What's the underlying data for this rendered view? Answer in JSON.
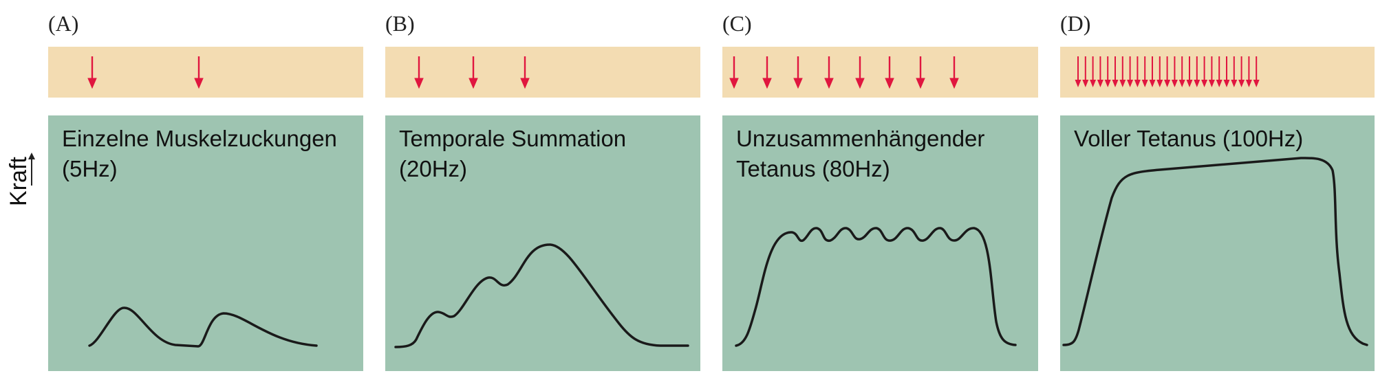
{
  "y_axis_label": "Kraft",
  "colors": {
    "stimulus_band": "#f3dcb2",
    "force_panel": "#9ec4b1",
    "stimulus_arrow": "#e0163f",
    "curve": "#1a1a1a"
  },
  "panels": [
    {
      "letter": "(A)",
      "title_line1": "Einzelne Muskelzuckungen",
      "title_line2": "(5Hz)"
    },
    {
      "letter": "(B)",
      "title_line1": "Temporale Summation",
      "title_line2": "(20Hz)"
    },
    {
      "letter": "(C)",
      "title_line1": "Unzusammenhängender",
      "title_line2": "Tetanus (80Hz)"
    },
    {
      "letter": "(D)",
      "title_line1": "Voller Tetanus (100Hz)",
      "title_line2": ""
    }
  ]
}
